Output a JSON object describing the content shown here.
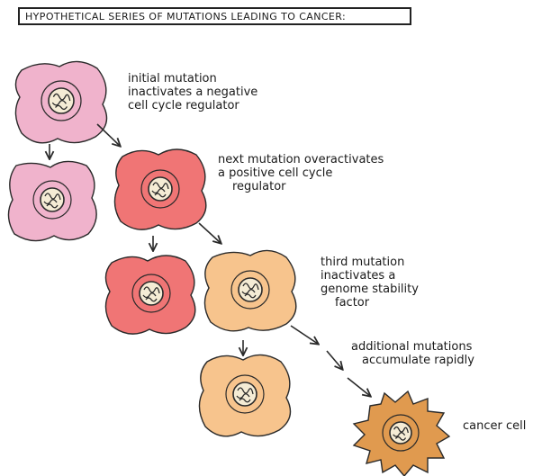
{
  "title": "HYPOTHETICAL SERIES OF MUTATIONS LEADING TO CANCER:",
  "annotations": {
    "initial": [
      "initial mutation",
      "inactivates a negative",
      "cell cycle regulator"
    ],
    "next": [
      "next mutation overactivates",
      "a positive cell cycle",
      "regulator"
    ],
    "third": [
      "third mutation",
      "inactivates a",
      "genome stability",
      "factor"
    ],
    "additional": [
      "additional mutations",
      "accumulate rapidly"
    ],
    "cancer": [
      "cancer cell"
    ]
  },
  "colors": {
    "pink": "#f0b3cc",
    "red": "#f07575",
    "peach": "#f7c48d",
    "orange": "#e09a4f",
    "outline": "#2a2a2a",
    "nucleus": "#f5ecd5"
  }
}
